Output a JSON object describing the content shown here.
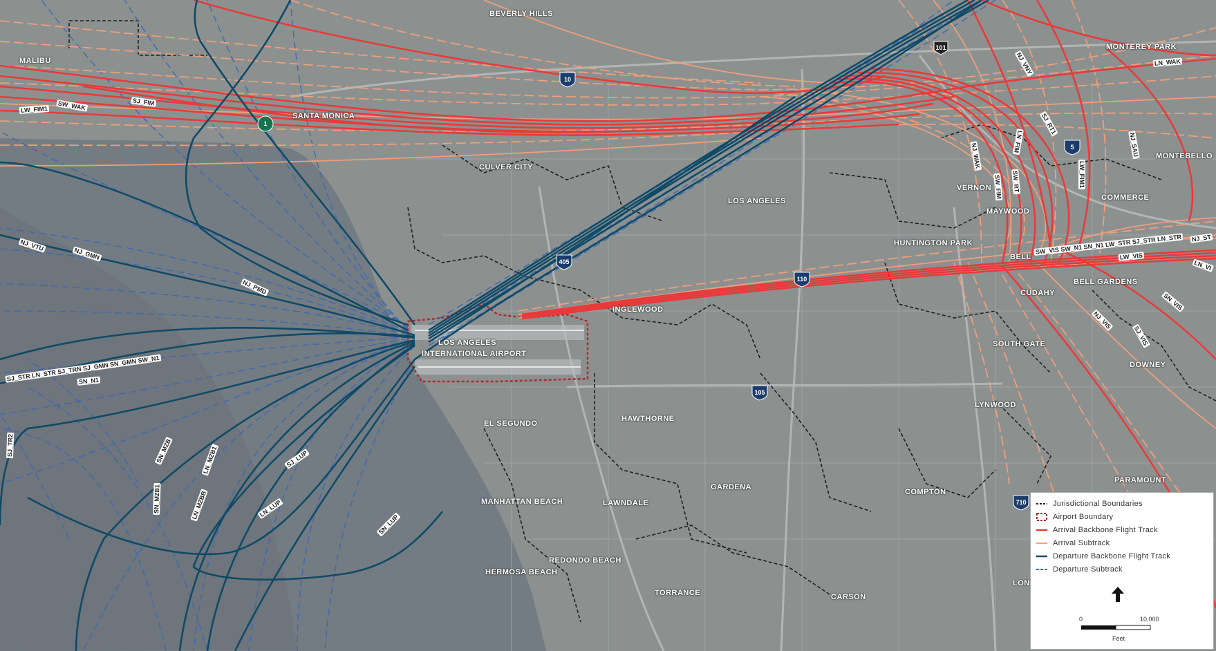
{
  "places": {
    "beverly_hills": "BEVERLY HILLS",
    "malibu": "MALIBU",
    "santa_monica": "SANTA MONICA",
    "monterey_park": "MONTEREY PARK",
    "montebello": "MONTEBELLO",
    "culver_city": "CULVER CITY",
    "los_angeles": "LOS ANGELES",
    "vernon": "VERNON",
    "commerce": "COMMERCE",
    "maywood": "MAYWOOD",
    "huntington_park": "HUNTINGTON PARK",
    "bell": "BELL",
    "cudahy": "CUDAHY",
    "bell_gardens": "BELL GARDENS",
    "inglewood": "INGLEWOOD",
    "lax_line1": "LOS ANGELES",
    "lax_line2": "INTERNATIONAL AIRPORT",
    "south_gate": "SOUTH GATE",
    "downey": "DOWNEY",
    "lynwood": "LYNWOOD",
    "el_segundo": "EL SEGUNDO",
    "hawthorne": "HAWTHORNE",
    "paramount": "PARAMOUNT",
    "gardena": "GARDENA",
    "compton": "COMPTON",
    "manhattan_beach": "MANHATTAN BEACH",
    "lawndale": "LAWNDALE",
    "redondo_beach": "REDONDO BEACH",
    "hermosa_beach": "HERMOSA BEACH",
    "torrance": "TORRANCE",
    "carson": "CARSON",
    "lon": "LON"
  },
  "highways": {
    "i10": "10",
    "r1": "1",
    "us101": "101",
    "i5": "5",
    "i405": "405",
    "i110": "110",
    "i105": "105",
    "i710": "710"
  },
  "track_labels": {
    "ln_wak": "LN_WAK",
    "sj_fim": "SJ_FIM",
    "sw_wak": "SW_WAK",
    "lw_fim1": "LW_FIM1",
    "nj_vny": "NJ_VNY",
    "sj_rt1": "SJ_RT1",
    "nj_sau": "NJ_SAU",
    "ln_fim": "LN_FIM",
    "nj_wak": "NJ_WAK",
    "sw_fim": "SW_FIM",
    "sw_rt": "SW_RT",
    "lw_fim1b": "LW_FIM1",
    "nj_vtu": "NJ_VTU",
    "nj_gmn": "NJ_GMN",
    "nj_pmd": "NJ_PMD",
    "sj_str_group": "SJ_STR LN_STR SJ_TRN SJ_GMN SN_GMN SW_N1",
    "sn_n1": "SN_N1",
    "bell_group": "SW_VIS SW_N1 SN_N1 LW_STR SJ_STR LN_STR",
    "lw_vis": "LW_VIS",
    "nj_st": "NJ_ST",
    "ln_vi": "LN_VI",
    "sn_vis": "SN_VIS",
    "nj_vis": "NJ_VIS",
    "sj_vis": "SJ_VIS",
    "sj_tr2": "SJ_TR2",
    "sn_mzb": "SN_MZB",
    "ln_mzb1": "LN_MZB1",
    "sn_mzb1": "SN_MZB1",
    "ln_mzbb": "LN_MZBB",
    "sj_lup": "SJ_LUP",
    "ln_lup": "LN_LUP",
    "sn_lup": "SN_LUP"
  },
  "legend": {
    "items": [
      {
        "label": "Jurisdictional Boundaries",
        "color": "#222222",
        "style": "dash-black"
      },
      {
        "label": "Airport Boundary",
        "color": "#b02a2a",
        "style": "dash-box"
      },
      {
        "label": "Arrival Backbone Flight Track",
        "color": "#e83a3a",
        "style": "solid"
      },
      {
        "label": "Arrival Subtrack",
        "color": "#f4a07a",
        "style": "solid-thin"
      },
      {
        "label": "Departure Backbone Flight Track",
        "color": "#0f4a66",
        "style": "solid"
      },
      {
        "label": "Departure Subtrack",
        "color": "#3f68b0",
        "style": "dash"
      }
    ],
    "scale_zero": "0",
    "scale_max": "10,000",
    "scale_unit": "Feet"
  },
  "colors": {
    "arrival_backbone": "#e83a3a",
    "arrival_subtrack": "#f4a07a",
    "departure_backbone": "#0f4a66",
    "departure_subtrack": "#3f68b0",
    "airport_boundary": "#b02a2a",
    "ocean": "#737c83",
    "land": "#8c9190",
    "interstate_shield": "#1b3d6d",
    "state_route_shield": "#14744f"
  }
}
